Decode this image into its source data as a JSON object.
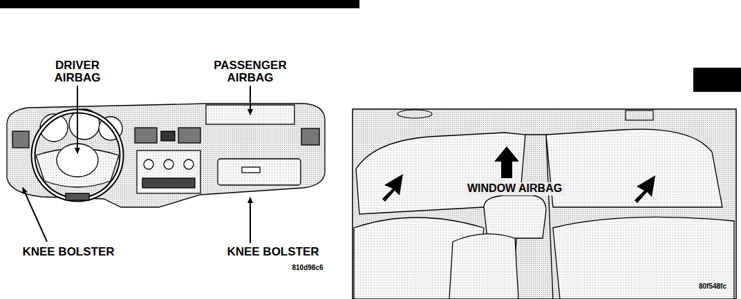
{
  "diagram": {
    "labels": [
      "DRIVER AIRBAG",
      "PASSENGER AIRBAG",
      "KNEE BOLSTER",
      "KNEE BOLSTER",
      "810d98c6",
      "WINDOW AIRBAG",
      "80f548fc"
    ]
  }
}
